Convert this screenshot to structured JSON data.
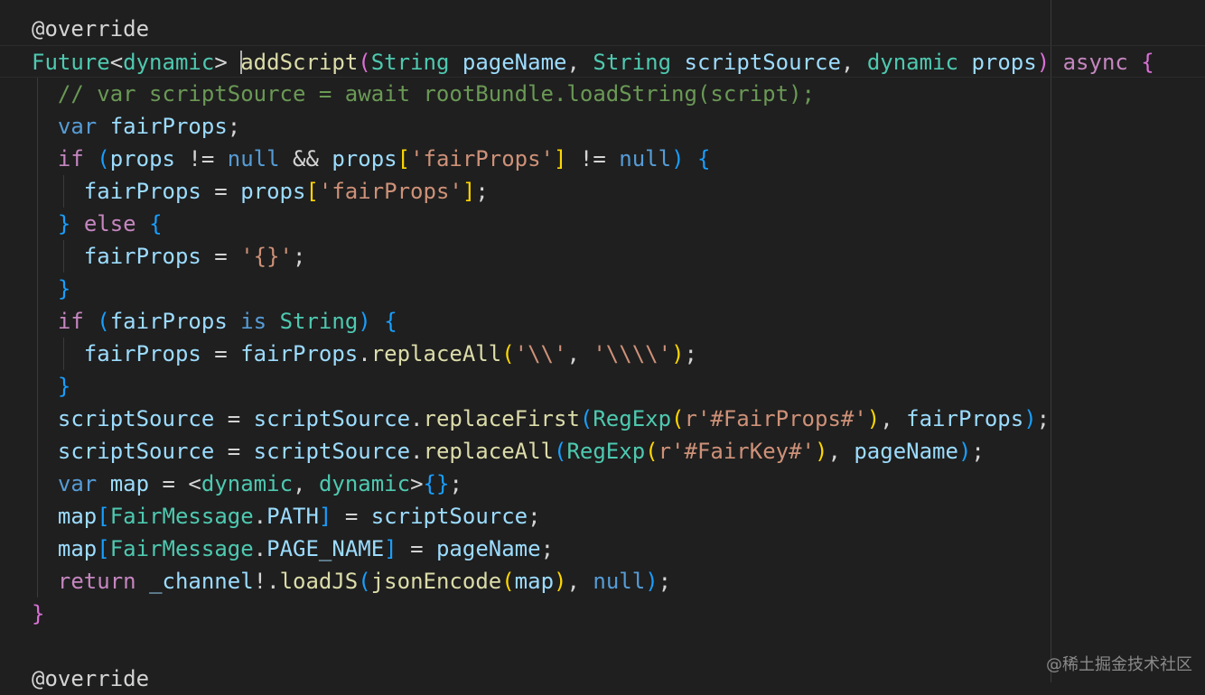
{
  "editor": {
    "watermark": "@稀土掘金技术社区",
    "colors": {
      "background": "#1f1f1f",
      "keyword": "#c586c0",
      "storage": "#569cd6",
      "type": "#4ec9b0",
      "function": "#dcdcaa",
      "variable": "#9cdcfe",
      "string": "#ce9178",
      "comment": "#6a9955"
    },
    "lines": [
      {
        "indent": 0,
        "tokens": [
          {
            "t": "@override",
            "c": "an"
          }
        ]
      },
      {
        "indent": 0,
        "current": true,
        "cursor_before_token": 4,
        "tokens": [
          {
            "t": "Future",
            "c": "ty"
          },
          {
            "t": "<",
            "c": "pn"
          },
          {
            "t": "dynamic",
            "c": "ty"
          },
          {
            "t": "> ",
            "c": "pn"
          },
          {
            "t": "addScript",
            "c": "fn"
          },
          {
            "t": "(",
            "c": "b2"
          },
          {
            "t": "String",
            "c": "ty"
          },
          {
            "t": " ",
            "c": "pn"
          },
          {
            "t": "pageName",
            "c": "vr"
          },
          {
            "t": ", ",
            "c": "pn"
          },
          {
            "t": "String",
            "c": "ty"
          },
          {
            "t": " ",
            "c": "pn"
          },
          {
            "t": "scriptSource",
            "c": "vr"
          },
          {
            "t": ", ",
            "c": "pn"
          },
          {
            "t": "dynamic",
            "c": "ty"
          },
          {
            "t": " ",
            "c": "pn"
          },
          {
            "t": "props",
            "c": "vr"
          },
          {
            "t": ")",
            "c": "b2"
          },
          {
            "t": " ",
            "c": "pn"
          },
          {
            "t": "async",
            "c": "kw"
          },
          {
            "t": " ",
            "c": "pn"
          },
          {
            "t": "{",
            "c": "b2"
          }
        ]
      },
      {
        "indent": 1,
        "tokens": [
          {
            "t": "// var scriptSource = await rootBundle.loadString(script);",
            "c": "cm"
          }
        ]
      },
      {
        "indent": 1,
        "tokens": [
          {
            "t": "var",
            "c": "st"
          },
          {
            "t": " ",
            "c": "pn"
          },
          {
            "t": "fairProps",
            "c": "vr"
          },
          {
            "t": ";",
            "c": "pn"
          }
        ]
      },
      {
        "indent": 1,
        "tokens": [
          {
            "t": "if",
            "c": "kw"
          },
          {
            "t": " ",
            "c": "pn"
          },
          {
            "t": "(",
            "c": "b3"
          },
          {
            "t": "props",
            "c": "vr"
          },
          {
            "t": " != ",
            "c": "pn"
          },
          {
            "t": "null",
            "c": "st"
          },
          {
            "t": " && ",
            "c": "pn"
          },
          {
            "t": "props",
            "c": "vr"
          },
          {
            "t": "[",
            "c": "b1"
          },
          {
            "t": "'fairProps'",
            "c": "str"
          },
          {
            "t": "]",
            "c": "b1"
          },
          {
            "t": " != ",
            "c": "pn"
          },
          {
            "t": "null",
            "c": "st"
          },
          {
            "t": ")",
            "c": "b3"
          },
          {
            "t": " ",
            "c": "pn"
          },
          {
            "t": "{",
            "c": "b3"
          }
        ]
      },
      {
        "indent": 2,
        "tokens": [
          {
            "t": "fairProps",
            "c": "vr"
          },
          {
            "t": " = ",
            "c": "pn"
          },
          {
            "t": "props",
            "c": "vr"
          },
          {
            "t": "[",
            "c": "b1"
          },
          {
            "t": "'fairProps'",
            "c": "str"
          },
          {
            "t": "]",
            "c": "b1"
          },
          {
            "t": ";",
            "c": "pn"
          }
        ]
      },
      {
        "indent": 1,
        "tokens": [
          {
            "t": "}",
            "c": "b3"
          },
          {
            "t": " ",
            "c": "pn"
          },
          {
            "t": "else",
            "c": "kw"
          },
          {
            "t": " ",
            "c": "pn"
          },
          {
            "t": "{",
            "c": "b3"
          }
        ]
      },
      {
        "indent": 2,
        "tokens": [
          {
            "t": "fairProps",
            "c": "vr"
          },
          {
            "t": " = ",
            "c": "pn"
          },
          {
            "t": "'{}'",
            "c": "str"
          },
          {
            "t": ";",
            "c": "pn"
          }
        ]
      },
      {
        "indent": 1,
        "tokens": [
          {
            "t": "}",
            "c": "b3"
          }
        ]
      },
      {
        "indent": 1,
        "tokens": [
          {
            "t": "if",
            "c": "kw"
          },
          {
            "t": " ",
            "c": "pn"
          },
          {
            "t": "(",
            "c": "b3"
          },
          {
            "t": "fairProps",
            "c": "vr"
          },
          {
            "t": " ",
            "c": "pn"
          },
          {
            "t": "is",
            "c": "st"
          },
          {
            "t": " ",
            "c": "pn"
          },
          {
            "t": "String",
            "c": "ty"
          },
          {
            "t": ")",
            "c": "b3"
          },
          {
            "t": " ",
            "c": "pn"
          },
          {
            "t": "{",
            "c": "b3"
          }
        ]
      },
      {
        "indent": 2,
        "tokens": [
          {
            "t": "fairProps",
            "c": "vr"
          },
          {
            "t": " = ",
            "c": "pn"
          },
          {
            "t": "fairProps",
            "c": "vr"
          },
          {
            "t": ".",
            "c": "pn"
          },
          {
            "t": "replaceAll",
            "c": "fn"
          },
          {
            "t": "(",
            "c": "b1"
          },
          {
            "t": "'\\\\'",
            "c": "str"
          },
          {
            "t": ", ",
            "c": "pn"
          },
          {
            "t": "'\\\\\\\\'",
            "c": "str"
          },
          {
            "t": ")",
            "c": "b1"
          },
          {
            "t": ";",
            "c": "pn"
          }
        ]
      },
      {
        "indent": 1,
        "tokens": [
          {
            "t": "}",
            "c": "b3"
          }
        ]
      },
      {
        "indent": 1,
        "tokens": [
          {
            "t": "scriptSource",
            "c": "vr"
          },
          {
            "t": " = ",
            "c": "pn"
          },
          {
            "t": "scriptSource",
            "c": "vr"
          },
          {
            "t": ".",
            "c": "pn"
          },
          {
            "t": "replaceFirst",
            "c": "fn"
          },
          {
            "t": "(",
            "c": "b3"
          },
          {
            "t": "RegExp",
            "c": "ty"
          },
          {
            "t": "(",
            "c": "b1"
          },
          {
            "t": "r'#FairProps#'",
            "c": "str"
          },
          {
            "t": ")",
            "c": "b1"
          },
          {
            "t": ", ",
            "c": "pn"
          },
          {
            "t": "fairProps",
            "c": "vr"
          },
          {
            "t": ")",
            "c": "b3"
          },
          {
            "t": ";",
            "c": "pn"
          }
        ]
      },
      {
        "indent": 1,
        "tokens": [
          {
            "t": "scriptSource",
            "c": "vr"
          },
          {
            "t": " = ",
            "c": "pn"
          },
          {
            "t": "scriptSource",
            "c": "vr"
          },
          {
            "t": ".",
            "c": "pn"
          },
          {
            "t": "replaceAll",
            "c": "fn"
          },
          {
            "t": "(",
            "c": "b3"
          },
          {
            "t": "RegExp",
            "c": "ty"
          },
          {
            "t": "(",
            "c": "b1"
          },
          {
            "t": "r'#FairKey#'",
            "c": "str"
          },
          {
            "t": ")",
            "c": "b1"
          },
          {
            "t": ", ",
            "c": "pn"
          },
          {
            "t": "pageName",
            "c": "vr"
          },
          {
            "t": ")",
            "c": "b3"
          },
          {
            "t": ";",
            "c": "pn"
          }
        ]
      },
      {
        "indent": 1,
        "tokens": [
          {
            "t": "var",
            "c": "st"
          },
          {
            "t": " ",
            "c": "pn"
          },
          {
            "t": "map",
            "c": "vr"
          },
          {
            "t": " = <",
            "c": "pn"
          },
          {
            "t": "dynamic",
            "c": "ty"
          },
          {
            "t": ", ",
            "c": "pn"
          },
          {
            "t": "dynamic",
            "c": "ty"
          },
          {
            "t": ">",
            "c": "pn"
          },
          {
            "t": "{}",
            "c": "b3"
          },
          {
            "t": ";",
            "c": "pn"
          }
        ]
      },
      {
        "indent": 1,
        "tokens": [
          {
            "t": "map",
            "c": "vr"
          },
          {
            "t": "[",
            "c": "b3"
          },
          {
            "t": "FairMessage",
            "c": "ty"
          },
          {
            "t": ".",
            "c": "pn"
          },
          {
            "t": "PATH",
            "c": "vr"
          },
          {
            "t": "]",
            "c": "b3"
          },
          {
            "t": " = ",
            "c": "pn"
          },
          {
            "t": "scriptSource",
            "c": "vr"
          },
          {
            "t": ";",
            "c": "pn"
          }
        ]
      },
      {
        "indent": 1,
        "tokens": [
          {
            "t": "map",
            "c": "vr"
          },
          {
            "t": "[",
            "c": "b3"
          },
          {
            "t": "FairMessage",
            "c": "ty"
          },
          {
            "t": ".",
            "c": "pn"
          },
          {
            "t": "PAGE_NAME",
            "c": "vr"
          },
          {
            "t": "]",
            "c": "b3"
          },
          {
            "t": " = ",
            "c": "pn"
          },
          {
            "t": "pageName",
            "c": "vr"
          },
          {
            "t": ";",
            "c": "pn"
          }
        ]
      },
      {
        "indent": 1,
        "tokens": [
          {
            "t": "return",
            "c": "kw"
          },
          {
            "t": " ",
            "c": "pn"
          },
          {
            "t": "_channel",
            "c": "vr"
          },
          {
            "t": "!.",
            "c": "pn"
          },
          {
            "t": "loadJS",
            "c": "fn"
          },
          {
            "t": "(",
            "c": "b3"
          },
          {
            "t": "jsonEncode",
            "c": "fn"
          },
          {
            "t": "(",
            "c": "b1"
          },
          {
            "t": "map",
            "c": "vr"
          },
          {
            "t": ")",
            "c": "b1"
          },
          {
            "t": ", ",
            "c": "pn"
          },
          {
            "t": "null",
            "c": "st"
          },
          {
            "t": ")",
            "c": "b3"
          },
          {
            "t": ";",
            "c": "pn"
          }
        ]
      },
      {
        "indent": 0,
        "tokens": [
          {
            "t": "}",
            "c": "b2"
          }
        ]
      },
      {
        "indent": 0,
        "tokens": []
      },
      {
        "indent": 0,
        "tokens": [
          {
            "t": "@override",
            "c": "an"
          }
        ]
      }
    ]
  }
}
